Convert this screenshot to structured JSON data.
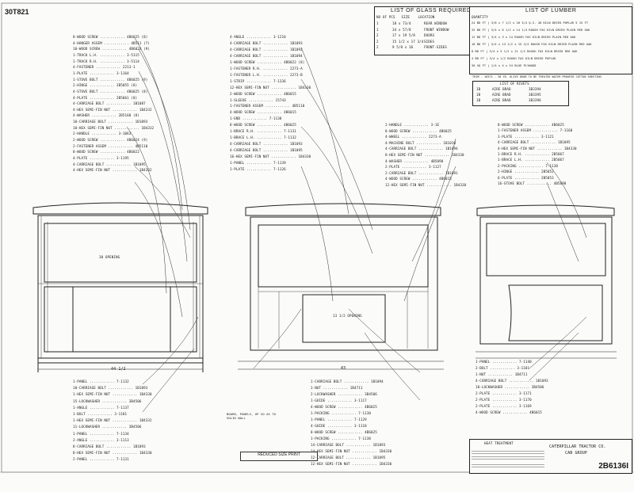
{
  "drawing": {
    "number_corner": "30T821",
    "number_box": "2B6136I"
  },
  "glass_table": {
    "title": "LIST OF GLASS REQUIRED",
    "headers": [
      "NO OF PCS",
      "SIZE",
      "LOCATION"
    ],
    "rows": [
      [
        "1",
        "18 x 73/4",
        "REAR WINDOW"
      ],
      [
        "1",
        "34 x 57/8",
        "FRONT WINDOW"
      ],
      [
        "2",
        "17 x 19 5/8",
        "DOORS"
      ],
      [
        "2",
        "15 1/2 x 17 3/4",
        "SIDES"
      ],
      [
        "2",
        "9 5/8 x 36",
        "FRONT-SIDES"
      ]
    ]
  },
  "lumber_table": {
    "title": "LIST OF LUMBER",
    "header": "QUANTITY",
    "rows": [
      "24 BD FT | 3/8 x 7 1/2 x 20 3/4 Q.S. 40 KILN DRIED POPLAR 5 15 FT",
      "32 BD FT | 3/4 x 6 1/2 x 14 1/4 ROUGH FAS KILN DRIED PLAIN RED OAK",
      "12 BD FT | 3/4 x 3 x 14 ROUGH FAS KILN DRIED PLAIN RED OAK",
      "18 BD FT | 3/4 x 13 1/2 x 15 3/4 ROUGH FAS KILN DRIED PLAIN RED OAK",
      "8 BD FT | 3/4 x 5 1/2 x 21 1/2 ROUGH FAS KILN DRIED RED OAK",
      "4 BD FT | 3/4 x 1/2 ROUGH FAS KILN DRIED POPLAR",
      "30 SQ FT | 1/4 x 4 x 54 BLUE PLYWOOD"
    ]
  },
  "cloth_note": "TRIM - 18373 - 30 YD. OLIVE DRAB TO BE TREATED WATER PROOFED COTTON SHEETING",
  "rivets_table": {
    "title": "LIST OF RIVETS",
    "rows": [
      [
        "1B",
        "AIRE BRAD",
        "3B3394"
      ],
      [
        "1B",
        "AIRE BRAD",
        "3B3395"
      ],
      [
        "1B",
        "AIRE BRAD",
        "3B3396"
      ]
    ]
  },
  "parts_left_top": [
    "8-WOOD SCREW ............ 4B6025 (8)",
    "4-HANGER ASSEM ............ 4B511 (7)",
    "10-WOOD SCREW ............ 4B6024 (9)",
    "1-TRACK L.H. ............ 3-5115",
    "1-TRACK R.H. ............ 3-5114",
    "4-FASTENER ............ 2213-1",
    "1-PLATE ............ 3-1164",
    "1-STOVE BOLT ............ 4B6025 (9)",
    "2-HINGE ............ 2B5055 (8)",
    "4-STOVE BOLT ............ 4B6025 (8)",
    "4-PLATE ............ 2B5061 (8)",
    "4-CARRIAGE BOLT ............ 1B1087",
    "4-HEX SEMI-FIN NUT ............ 1B4332",
    "4-WASHER ............ 2B5168 (8)",
    "10-CARRIAGE BOLT ............ 1B1093",
    "10-HEX SEMI-FIN NUT ............ 1B4332",
    "2-HANDLE ............ 3-1063",
    "2-WOOD SCREW ............ 4B6024 (9)",
    "2-FASTENER ASSEM ............ 4B5110",
    "8-WOOD SCREW ............ 4B6022",
    "4-PLATE ............ 3-1195",
    "4-CARRIAGE BOLT ............ 1B1095",
    "4-HEX SEMI-FIN NUT ............ 1B4332"
  ],
  "parts_mid_top": [
    "4-ANGLE ............ 3-1210",
    "4-CARRIAGE BOLT ............ 1B1093",
    "4-CARRIAGE BOLT ............ 1B1092",
    "4-CARRIAGE BOLT ............ 1B1094",
    "1-WOOD SCREW ............ 4B6022 (8)",
    "1-FASTENER R.H. ............ 2273-A",
    "1-FASTENER L.H. ............ 2273-B",
    "1-STRIP ............ 7-1336",
    "12-HEX SEMI-FIN NUT ............ 1B4330",
    "2-WOOD SCREW ............ 4B6015",
    "1-SLEEVE ............ 15743",
    "1-FASTENER ASSEM ............ 4B5110",
    "4-WOOD SCREW ............ 4B6015",
    "1-END ............ 7-1138",
    "8-WOOD SCREW ............ 4B6025",
    "1-BRACE R.H. ............ 7-1131",
    "1-BRACE L.H. ............ 7-1132",
    "4-CARRIAGE BOLT ............ 1B1093",
    "4-CARRIAGE BOLT ............ 1B1095",
    "16-HEX SEMI-FIN NUT ............ 1B4330",
    "1-PANEL ............ 7-1139",
    "1-PLATE ............ 7-1126"
  ],
  "parts_center_right": [
    "2-HANDLE ............ 3-1E",
    "8-WOOD SCREW ............ 4B6025",
    "4-WHEEL ............ 2273-A",
    "4-MACHINE BOLT ............ 1B1010",
    "4-CARRIAGE BOLT ............ 1B1094",
    "8-HEX SEMI-FIN NUT ............ 1B4330",
    "4-WASHER ............ 4B5090",
    "2-PLATE ............ 3-1127",
    "2-CARRIAGE BOLT ............ 1B1091",
    "4-WOOD SCREW ............ 4B6015",
    "12-HEX SEMI-FIN NUT ............ 1B4330"
  ],
  "parts_right_top": [
    "8-WOOD SCREW ............ 4B6025",
    "1-FASTENER ASSEM ............ 7-1160",
    "1-PLATE ............ 3-1121",
    "4-CARRIAGE BOLT ............ 1B1095",
    "4-HEX SEMI-FIN NUT ............ 1B4330",
    "1-BRACE R.H. ............ 2B5067",
    "1-BRACE L.H. ............ 2B5067",
    "2-PACKING ............ 7-1138",
    "2-HINGE ............ 2B5052",
    "6-PLATE ............ 2B5053",
    "16-STOVE BOLT ............ 4B5698"
  ],
  "parts_left_bottom": [
    "1-PANEL ............ 7-1132",
    "10-CARRIAGE BOLT ............ 1B1093",
    "1-HEX SEMI-FIN NUT ............ 1B4330",
    "15-LOCKWASHER ............ 3B4506",
    "1-ANGLE ............ 7-1137",
    "1-BOLT ............ 3-1181",
    "1-HEX SEMI-FIN NUT ............ 1B4332",
    "11-LOCKWASHER ............ 3B4506",
    "1-PANEL ............ 7-1134",
    "2-ANGLE ............ 3-1113",
    "8-CARRIAGE BOLT ............ 1B1093",
    "8-HEX SEMI-FIN NUT ............ 1B4330",
    "2-PANEL ............ 7-1131"
  ],
  "parts_center_bottom": [
    "1-CARRIAGE BOLT ............ 1B1094",
    "1-NUT ............ 1B4711",
    "2-LOCKWASHER ............ 3B4506",
    "1-GUIDE ............ 3-1117",
    "4-WOOD SCREW ............ 4B6025",
    "1-PACKING ............ 7-1130",
    "1-PANEL ............ 7-1129",
    "4-GUIDE ............ 3-1118",
    "8-WOOD SCREW ............ 4B6025",
    "1-PACKING ............ 7-1138",
    "14-CARRIAGE BOLT ............ 1B1093",
    "14-HEX SEMI-FIN NUT ............ 1B4330",
    "12-CARRIAGE BOLT ............ 1B1095",
    "12-HEX SEMI-FIN NUT ............ 1B4330"
  ],
  "parts_right_bottom": [
    "1-PANEL ............ 7-1140",
    "2-BOLT ............ 3-1181",
    "1-NUT ............ 1B4711",
    "4-CARRIAGE BOLT ............ 1B1093",
    "10-LOCKWASHER ............ 3B4506",
    "2-PLATE ............ 3-1171",
    "2-PLATE ............ 3-1170",
    "2-PLATE ............ 3-1169",
    "4-WOOD SCREW ............ 4B6015"
  ],
  "dimension_labels": {
    "left_width": "44 1/2",
    "left_opening": "30 OPENING",
    "center_opening": "13 1/2 OPENING",
    "board_note": "BOARD, PANELS, UP SO AS TO SOLID WALL",
    "center_bottom_dim": "43"
  },
  "reduced_stamp": "REDUCED SIZE PRINT",
  "title_block": {
    "company": "CATERPILLAR TRACTOR CO.",
    "subtitle": "CAB GROUP",
    "heat_treatment": "HEAT TREATMENT"
  }
}
